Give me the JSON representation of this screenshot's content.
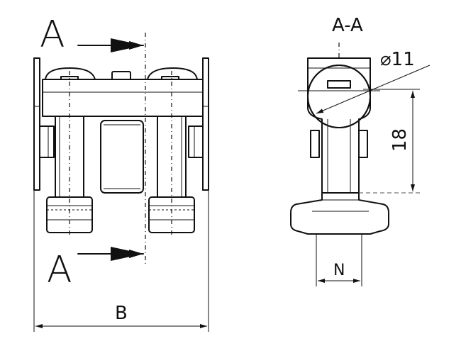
{
  "section_marks": {
    "top": "A",
    "bottom": "A"
  },
  "section_title": "A-A",
  "dimensions": {
    "width_label": "B",
    "diameter_label": "⌀11",
    "height_label": "18",
    "nut_width_label": "N"
  }
}
